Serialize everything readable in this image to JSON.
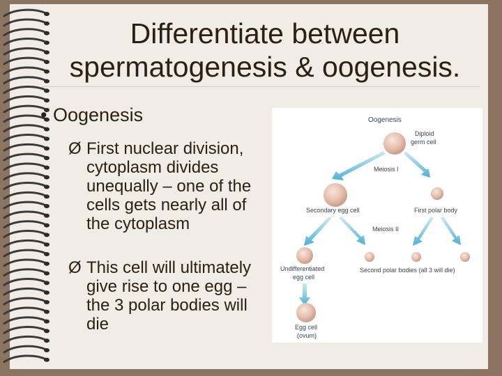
{
  "slide": {
    "title_line1": "Differentiate between",
    "title_line2": "spermatogenesis & oogenesis.",
    "bullet": "Oogenesis",
    "sub1_lines": [
      "First nuclear division,",
      "cytoplasm divides",
      "unequally – one of the",
      "cells gets nearly all of",
      "the cytoplasm"
    ],
    "sub2_lines": [
      "This cell will ultimately",
      "give rise to one egg –",
      "the 3 polar bodies will",
      "die"
    ],
    "sub_marker": "Ø",
    "bullet_marker": "•"
  },
  "figure": {
    "title": "Oogenesis",
    "diploid_line1": "Diploid",
    "diploid_line2": "germ cell",
    "meiosis1": "Meiosis I",
    "secondary": "Secondary egg cell",
    "first_polar": "First polar body",
    "meiosis2": "Meiosis II",
    "undiff_line1": "Undifferentiated",
    "undiff_line2": "egg cell",
    "second_polar": "Second polar bodies (all 3 will die)",
    "egg_line1": "Egg cell",
    "egg_line2": "(ovum)"
  },
  "colors": {
    "background": "#8b7560",
    "paper": "#f1ede6",
    "text": "#2a2013",
    "arrow": "#5bb8d8",
    "cell": "#e6bfae"
  }
}
